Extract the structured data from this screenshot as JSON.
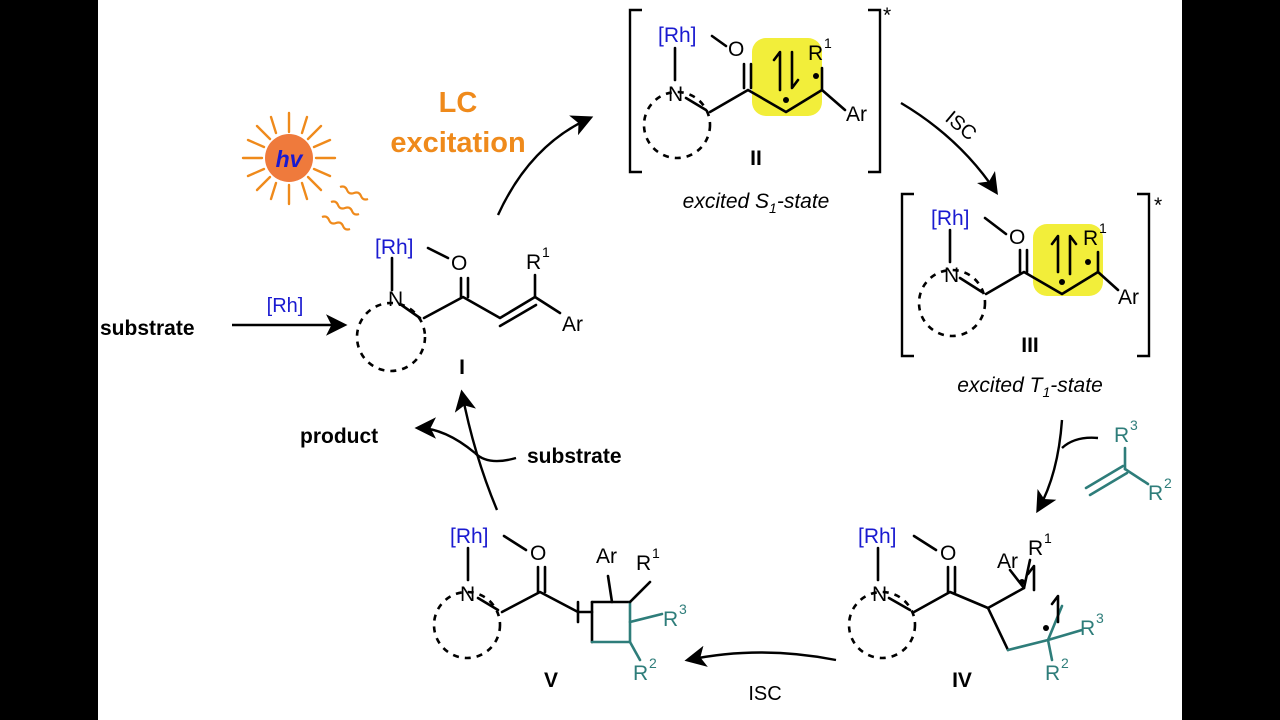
{
  "labels": {
    "lc_line1": "LC",
    "lc_line2": "excitation",
    "hv": "hv",
    "substrate_in": "substrate",
    "rh_cat": "[Rh]",
    "product": "product",
    "substrate_return": "substrate",
    "isc_top": "ISC",
    "isc_bottom": "ISC"
  },
  "atoms": {
    "rh": "[Rh]",
    "o": "O",
    "n": "N",
    "ar": "Ar",
    "r": "R",
    "sup1": "1",
    "sup2": "2",
    "sup3": "3",
    "star": "*"
  },
  "intermediates": {
    "I": {
      "id": "I"
    },
    "II": {
      "id": "II",
      "state_pre": "excited S",
      "state_sub": "1",
      "state_post": "-state"
    },
    "III": {
      "id": "III",
      "state_pre": "excited T",
      "state_sub": "1",
      "state_post": "-state"
    },
    "IV": {
      "id": "IV"
    },
    "V": {
      "id": "V"
    }
  },
  "colors": {
    "rhodium": "#1a1ad0",
    "alkene": "#2e7d7a",
    "excitation": "#ef8a1b",
    "highlight": "#f2ee3a"
  }
}
